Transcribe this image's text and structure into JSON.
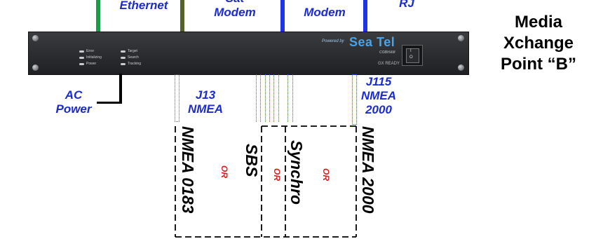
{
  "top_labels": {
    "ethernet": "Ethernet",
    "sat_modem": "Sat\nModem",
    "modem": "Modem",
    "rj": "RJ"
  },
  "media_xchange": "Media\nXchange\nPoint “B”",
  "unit": {
    "brand_small": "Powered by",
    "brand": "Sea Tel",
    "brand_sub": "COBHAM",
    "brand_ready": "GX READY",
    "switch_top": "I",
    "switch_bottom": "O",
    "leds": [
      {
        "label": "Error"
      },
      {
        "label": "Initializing"
      },
      {
        "label": "Power"
      },
      {
        "label": "Target"
      },
      {
        "label": "Search"
      },
      {
        "label": "Tracking"
      }
    ]
  },
  "callouts": {
    "ac_power": "AC\nPower",
    "j13": "J13\nNMEA",
    "j115": "J115\nNMEA\n2000"
  },
  "options": {
    "nmea0183": "NMEA 0183",
    "sbs": "SBS",
    "synchro": "Synchro",
    "nmea2000": "NMEA 2000",
    "or1": "OR",
    "or2": "OR",
    "or3": "OR"
  },
  "colors": {
    "blue_text": "#1c2bd0",
    "ethernet_cable": "#1a9b4a",
    "sat_modem_cable": "#55622a",
    "modem_cable": "#1f34e6",
    "or_red": "#e01a1a"
  }
}
